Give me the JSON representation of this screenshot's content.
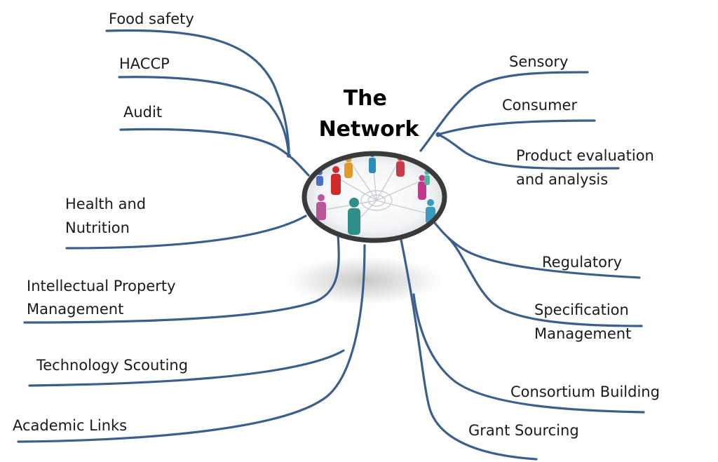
{
  "diagram": {
    "center_title": [
      "The",
      "Network"
    ],
    "branches": {
      "food_safety": [
        "Food safety"
      ],
      "haccp": [
        "HACCP"
      ],
      "audit": [
        "Audit"
      ],
      "health_nutrition": [
        "Health and",
        "Nutrition"
      ],
      "ip_management": [
        "Intellectual Property",
        "Management"
      ],
      "tech_scouting": [
        "Technology Scouting"
      ],
      "academic_links": [
        "Academic Links"
      ],
      "sensory": [
        "Sensory"
      ],
      "consumer": [
        "Consumer"
      ],
      "product_eval": [
        "Product evaluation",
        "and analysis"
      ],
      "regulatory": [
        "Regulatory"
      ],
      "spec_management": [
        "Specification",
        "Management"
      ],
      "consortium": [
        "Consortium Building"
      ],
      "grant_sourcing": [
        "Grant Sourcing"
      ]
    },
    "colors": {
      "branch_line": "#3b5f8c",
      "hub_ring": "#3a3a3a",
      "text": "#1a1a1a"
    }
  }
}
